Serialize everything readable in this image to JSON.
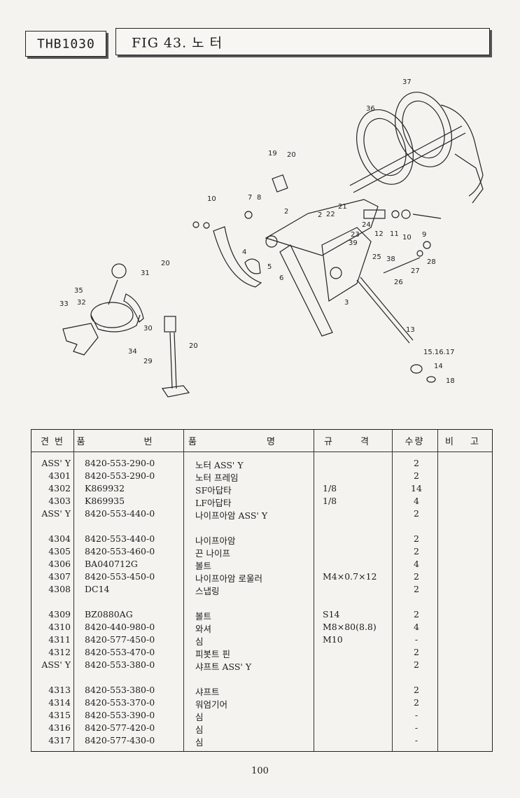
{
  "header": {
    "model": "THB1030",
    "figure_title": "FIG 43. 노 터"
  },
  "diagram": {
    "callouts": [
      "37",
      "36",
      "19",
      "20",
      "10",
      "7",
      "8",
      "2",
      "2",
      "21",
      "22",
      "24",
      "12",
      "11",
      "10",
      "9",
      "4",
      "23",
      "39",
      "25",
      "38",
      "27",
      "28",
      "26",
      "5",
      "6",
      "3",
      "13",
      "15.16.17",
      "14",
      "18",
      "20",
      "31",
      "35",
      "33",
      "32",
      "34",
      "30",
      "20",
      "29"
    ]
  },
  "table": {
    "headers": {
      "no": "견 번",
      "part": "품 번",
      "name": "품 명",
      "spec": "규 격",
      "qty": "수량",
      "remarks": "비 고"
    },
    "rows": [
      {
        "no": "ASS' Y",
        "part": "8420-553-290-0",
        "name": "노터 ASS' Y",
        "spec": "",
        "qty": "2"
      },
      {
        "no": "4301",
        "part": "8420-553-290-0",
        "name": "노터 프레임",
        "spec": "",
        "qty": "2"
      },
      {
        "no": "4302",
        "part": "K869932",
        "name": "SF아답타",
        "spec": "1/8",
        "qty": "14"
      },
      {
        "no": "4303",
        "part": "K869935",
        "name": "LF아답타",
        "spec": "1/8",
        "qty": "4"
      },
      {
        "no": "ASS' Y",
        "part": "8420-553-440-0",
        "name": "나이프아암 ASS' Y",
        "spec": "",
        "qty": "2"
      },
      {
        "no": "4304",
        "part": "8420-553-440-0",
        "name": "나이프아암",
        "spec": "",
        "qty": "2"
      },
      {
        "no": "4305",
        "part": "8420-553-460-0",
        "name": "끈 나이프",
        "spec": "",
        "qty": "2"
      },
      {
        "no": "4306",
        "part": "BA040712G",
        "name": "볼트",
        "spec": "",
        "qty": "4"
      },
      {
        "no": "4307",
        "part": "8420-553-450-0",
        "name": "나이프아암 로울러",
        "spec": "M4×0.7×12",
        "qty": "2"
      },
      {
        "no": "4308",
        "part": "DC14",
        "name": "스냅링",
        "spec": "",
        "qty": "2"
      },
      {
        "no": "4309",
        "part": "BZ0880AG",
        "name": "볼트",
        "spec": "S14",
        "qty": "2"
      },
      {
        "no": "4310",
        "part": "8420-440-980-0",
        "name": "와셔",
        "spec": "M8×80(8.8)",
        "qty": "4"
      },
      {
        "no": "4311",
        "part": "8420-577-450-0",
        "name": "심",
        "spec": "M10",
        "qty": "-"
      },
      {
        "no": "4312",
        "part": "8420-553-470-0",
        "name": "피봇트 핀",
        "spec": "",
        "qty": "2"
      },
      {
        "no": "ASS' Y",
        "part": "8420-553-380-0",
        "name": "샤프트 ASS' Y",
        "spec": "",
        "qty": "2"
      },
      {
        "no": "4313",
        "part": "8420-553-380-0",
        "name": "샤프트",
        "spec": "",
        "qty": "2"
      },
      {
        "no": "4314",
        "part": "8420-553-370-0",
        "name": "워엄기어",
        "spec": "",
        "qty": "2"
      },
      {
        "no": "4315",
        "part": "8420-553-390-0",
        "name": "심",
        "spec": "",
        "qty": "-"
      },
      {
        "no": "4316",
        "part": "8420-577-420-0",
        "name": "심",
        "spec": "",
        "qty": "-"
      },
      {
        "no": "4317",
        "part": "8420-577-430-0",
        "name": "심",
        "spec": "",
        "qty": "-"
      }
    ]
  },
  "page_number": "100"
}
